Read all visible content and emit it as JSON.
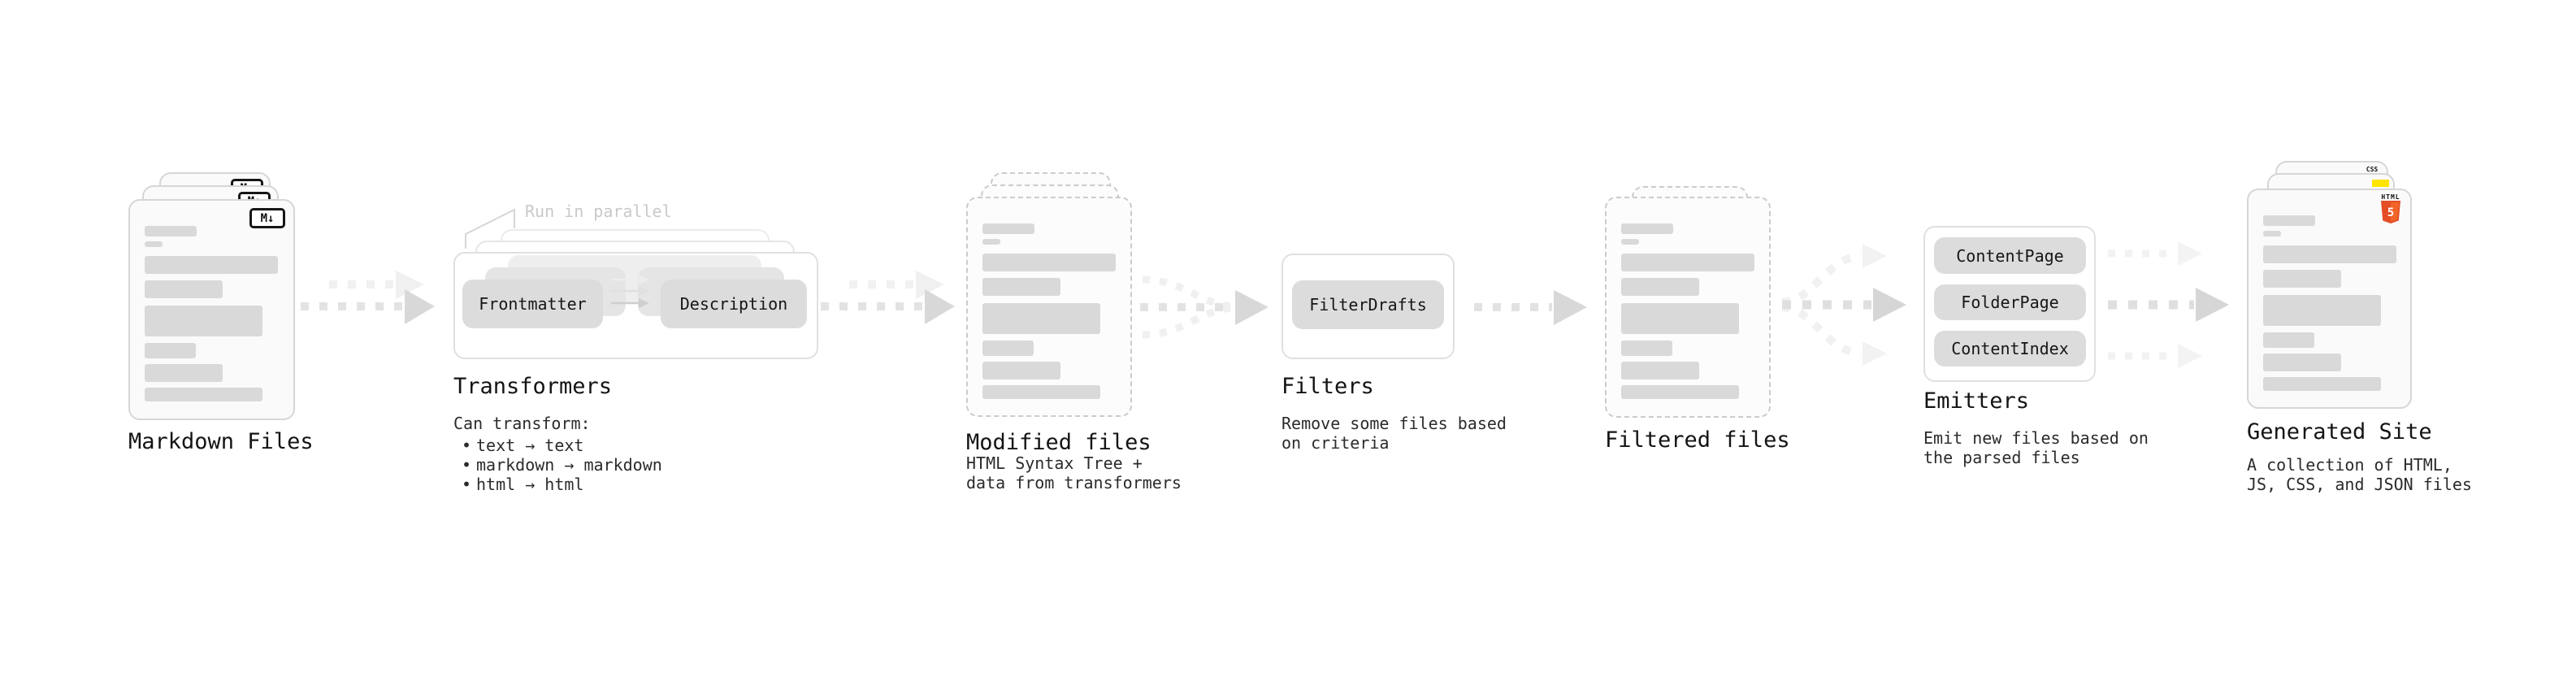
{
  "nodes": {
    "markdown_files": {
      "label": "Markdown Files",
      "file_badge": "M↓"
    },
    "transformers": {
      "label": "Transformers",
      "annotation": "Run in parallel",
      "input_pill": "Frontmatter",
      "output_pill": "Description",
      "subtitle": "Can transform:",
      "bullet_marker": "•",
      "bullets": [
        "text → text",
        "markdown → markdown",
        "html → html"
      ]
    },
    "modified_files": {
      "label": "Modified files",
      "subtitle_lines": [
        "HTML Syntax Tree +",
        "data from transformers"
      ]
    },
    "filters": {
      "label": "Filters",
      "pill": "FilterDrafts",
      "subtitle_lines": [
        "Remove some files based",
        "on criteria"
      ]
    },
    "filtered_files": {
      "label": "Filtered files"
    },
    "emitters": {
      "label": "Emitters",
      "pills": [
        "ContentPage",
        "FolderPage",
        "ContentIndex"
      ],
      "subtitle_lines": [
        "Emit new files based on",
        "the parsed files"
      ]
    },
    "generated_site": {
      "label": "Generated Site",
      "subtitle_lines": [
        "A collection of HTML,",
        "JS, CSS, and JSON files"
      ],
      "css_badge": "CSS",
      "html5_wordmark": "HTML",
      "html5_numeral": "5"
    }
  },
  "colors": {
    "skeleton_bar": "#d9d9d9",
    "pill_gray": "#dcdcdc",
    "arrow_gray": "#d8d8d8",
    "arrow_light": "#f0f0f0",
    "annotation_gray": "#c9c9c9",
    "html5_shield": "#e44d26",
    "html5_shield_light": "#f16529",
    "js_yellow": "#ffe400",
    "css_blue": "#2d6fe0"
  }
}
